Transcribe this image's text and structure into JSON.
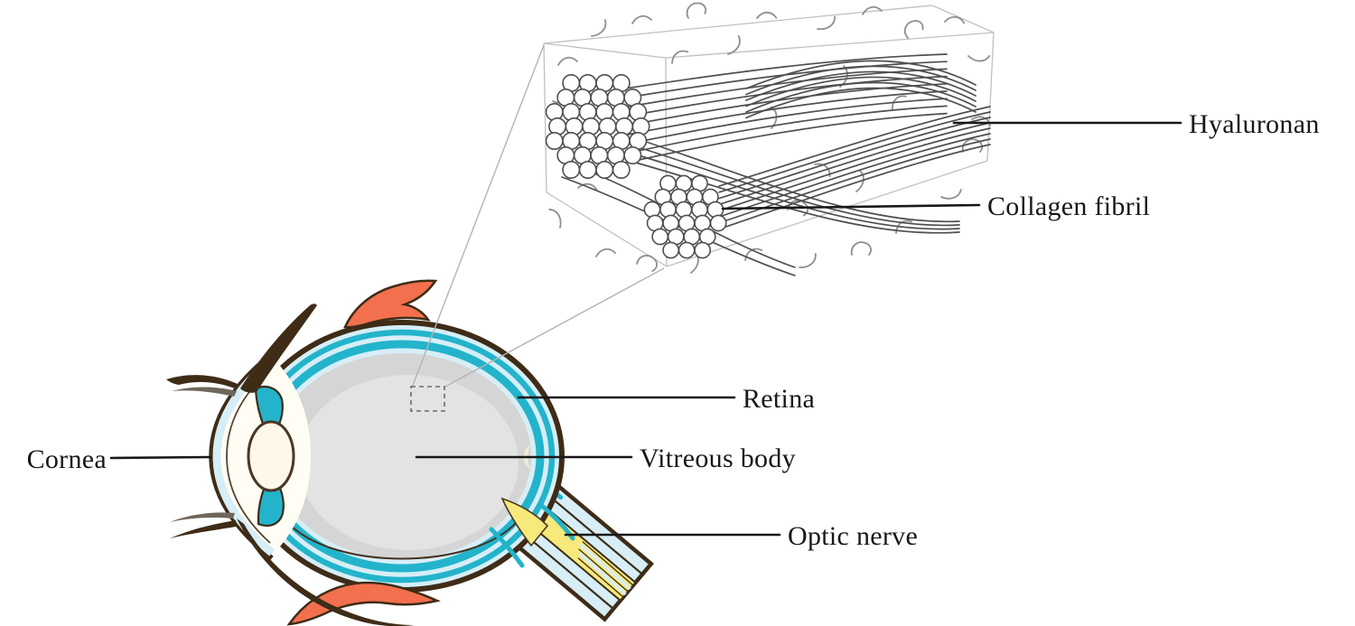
{
  "figure": {
    "description": "Cross-section of the human eye with a magnified cube of vitreous body microstructure showing collagen fibril bundles and hyaluronan",
    "labels": {
      "cornea": "Cornea",
      "retina": "Retina",
      "vitreous_body": "Vitreous body",
      "optic_nerve": "Optic nerve",
      "hyaluronan": "Hyaluronan",
      "collagen_fibril": "Collagen fibril"
    },
    "palette": {
      "retina_teal": "#23b4cb",
      "sclera_pale_blue": "#d7eef7",
      "outline_brown": "#3e2c17",
      "muscle_orange": "#f3704e",
      "ciliary_orange": "#e8603c",
      "optic_nerve_yellow": "#f8e97c",
      "lens_cream": "#fdf8e9",
      "vitreous_gray": "#d5d5d5",
      "vitreous_gray_light": "#e3e3e3",
      "label_ink": "#181818",
      "callout_gray": "#b3b3b3",
      "fibril_line_gray": "#4f4f4f"
    }
  }
}
